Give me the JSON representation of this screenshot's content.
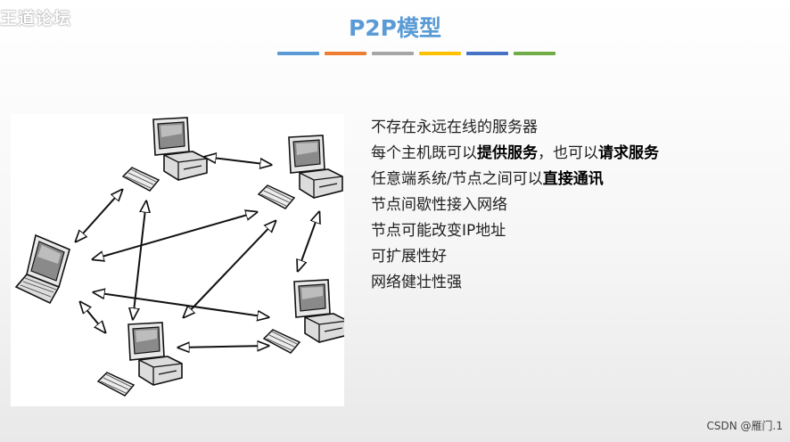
{
  "watermark": "王道论坛",
  "slide": {
    "title": "P2P模型",
    "accent_colors": [
      "#5b9bd5",
      "#ed7d31",
      "#a5a5a5",
      "#ffc000",
      "#4472c4",
      "#70ad47"
    ]
  },
  "bullets": [
    {
      "segments": [
        {
          "text": "不存在永远在线的服务器",
          "bold": false
        }
      ]
    },
    {
      "segments": [
        {
          "text": "每个主机既可以",
          "bold": false
        },
        {
          "text": "提供服务",
          "bold": true
        },
        {
          "text": "，也可以",
          "bold": false
        },
        {
          "text": "请求服务",
          "bold": true
        }
      ]
    },
    {
      "segments": [
        {
          "text": "任意端系统/节点之间可以",
          "bold": false
        },
        {
          "text": "直接通讯",
          "bold": true
        }
      ]
    },
    {
      "segments": [
        {
          "text": "节点间歇性接入网络",
          "bold": false
        }
      ]
    },
    {
      "segments": [
        {
          "text": "节点可能改变IP地址",
          "bold": false
        }
      ]
    },
    {
      "segments": [
        {
          "text": "可扩展性好",
          "bold": false
        }
      ]
    },
    {
      "segments": [
        {
          "text": "网络健壮性强",
          "bold": false
        }
      ]
    }
  ],
  "diagram": {
    "nodes": [
      {
        "id": "top-pc",
        "kind": "desktop"
      },
      {
        "id": "right-top-pc",
        "kind": "desktop"
      },
      {
        "id": "left-laptop",
        "kind": "laptop"
      },
      {
        "id": "right-bottom-pc",
        "kind": "desktop"
      },
      {
        "id": "bottom-pc",
        "kind": "desktop"
      }
    ]
  },
  "footer": "CSDN @雁门.1"
}
